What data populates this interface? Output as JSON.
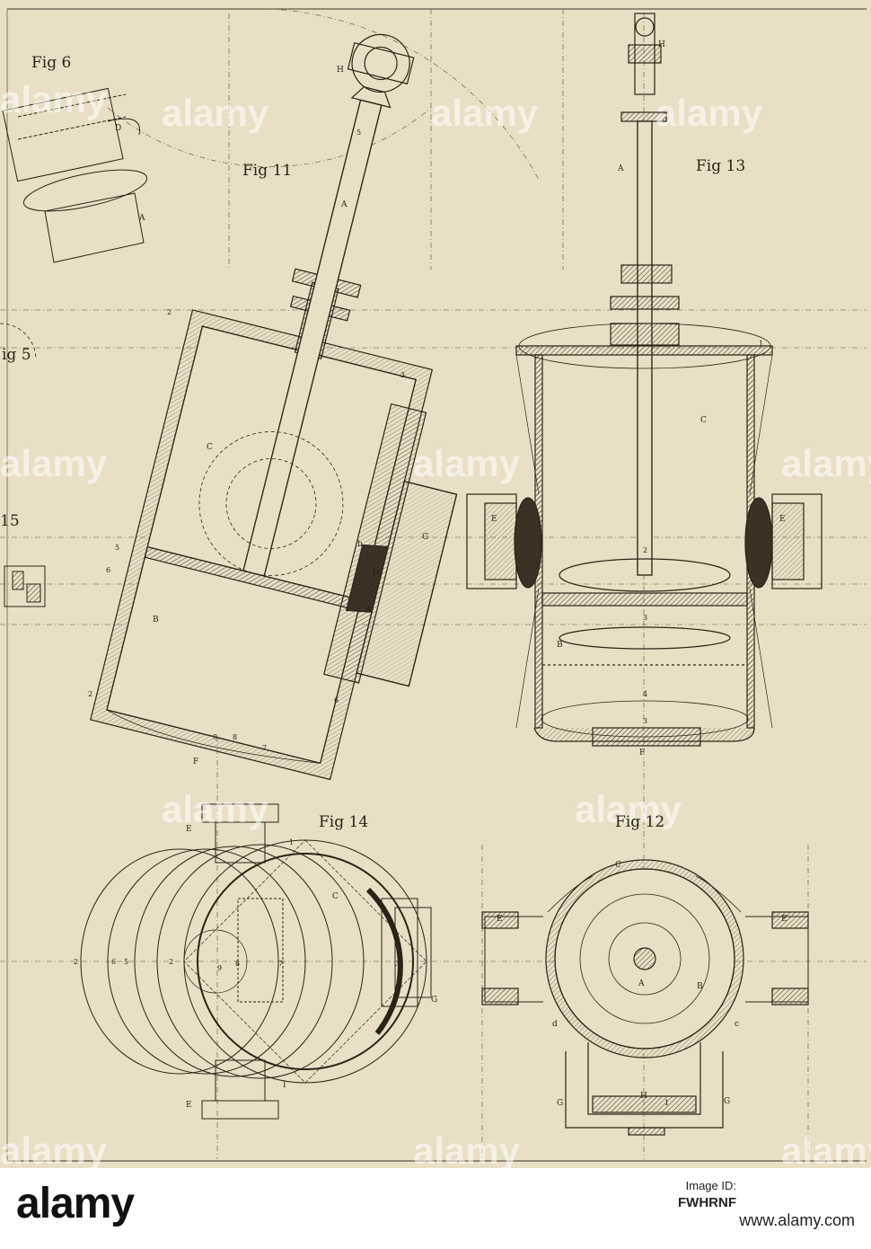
{
  "figures": {
    "fig6": "Fig 6",
    "fig11": "Fig 11",
    "fig13": "Fig 13",
    "fig14": "Fig 14",
    "fig12": "Fig 12",
    "fig5": "ig 5",
    "fig15": "15"
  },
  "labels": {
    "H": "H",
    "A": "A",
    "C": "C",
    "B": "B",
    "E": "E",
    "F": "F",
    "G": "G",
    "I": "I",
    "D": "D",
    "a": "a",
    "b": "b",
    "c": "c",
    "d": "d",
    "n1": "1",
    "n2": "2",
    "n3": "3",
    "n4": "4",
    "n5": "5",
    "n6": "6",
    "n7": "7",
    "n8": "8",
    "n9": "9"
  },
  "watermark": "alamy",
  "footer": {
    "brand": "alamy",
    "image_id_label": "Image ID:",
    "image_id": "FWHRNF",
    "site": "www.alamy.com"
  }
}
